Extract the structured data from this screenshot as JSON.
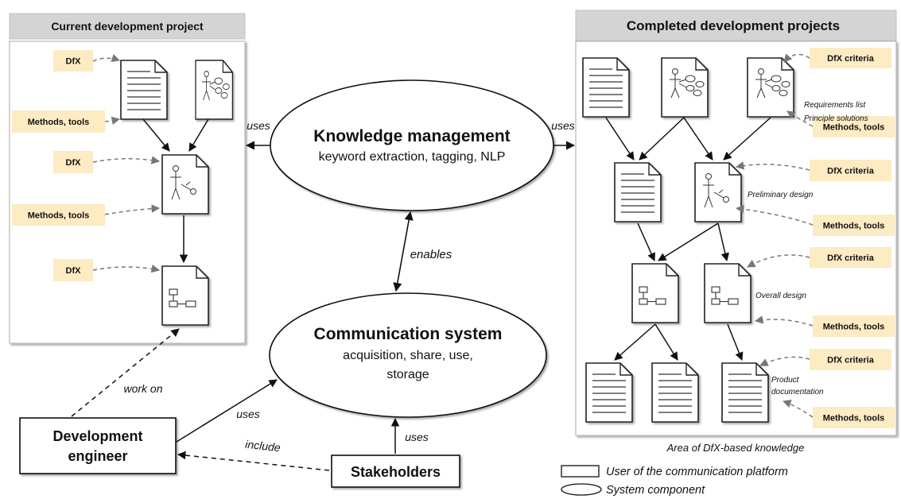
{
  "panels": {
    "current": {
      "title": "Current development project"
    },
    "completed": {
      "title": "Completed development projects"
    }
  },
  "tags": {
    "dfx": "DfX",
    "methods_tools": "Methods, tools",
    "dfx_criteria": "DfX criteria"
  },
  "phase_labels": {
    "requirements": "Requirements list",
    "principle": "Principle solutions",
    "preliminary": "Preliminary design",
    "overall": "Overall design",
    "product1": "Product",
    "product2": "documentation"
  },
  "components": {
    "km": {
      "title": "Knowledge management",
      "subtitle": "keyword extraction, tagging, NLP"
    },
    "cs": {
      "title": "Communication system",
      "line1": "acquisition, share, use,",
      "line2": "storage"
    }
  },
  "actors": {
    "engineer": {
      "line1": "Development",
      "line2": "engineer"
    },
    "stakeholders": "Stakeholders"
  },
  "edge_labels": {
    "uses": "uses",
    "enables": "enables",
    "work_on": "work on",
    "include": "include"
  },
  "area_caption": "Area of DfX-based knowledge",
  "legend": {
    "user": "User of the communication platform",
    "component": "System component"
  }
}
